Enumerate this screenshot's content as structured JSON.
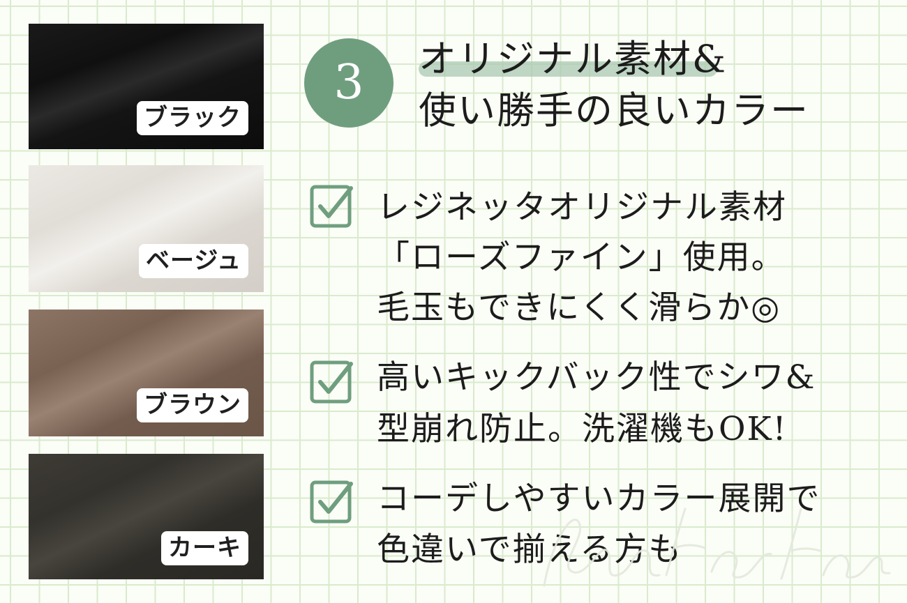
{
  "swatches": [
    {
      "label": "ブラック"
    },
    {
      "label": "ベージュ"
    },
    {
      "label": "ブラウン"
    },
    {
      "label": "カーキ"
    }
  ],
  "header": {
    "number": "3",
    "title_line1": "オリジナル素材&",
    "title_line2": "使い勝手の良いカラー"
  },
  "features": [
    {
      "lines": [
        "レジネッタオリジナル素材",
        "「ローズファイン」使用。",
        "毛玉もできにくく滑らか◎"
      ]
    },
    {
      "lines": [
        "高いキックバック性でシワ&",
        "型崩れ防止。洗濯機もOK!"
      ]
    },
    {
      "lines": [
        "コーデしやすいカラー展開で",
        "色違いで揃える方も"
      ]
    }
  ],
  "colors": {
    "accent": "#6f9e7f",
    "grid": "#d9ebcc",
    "text": "#1c1c1c"
  }
}
